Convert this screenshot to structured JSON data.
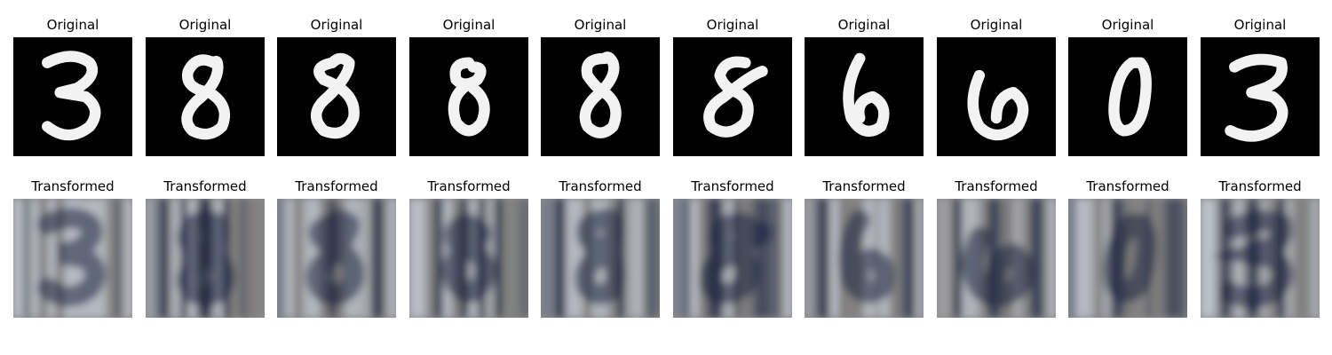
{
  "panels": [
    {
      "original_label": "Original",
      "transformed_label": "Transformed",
      "digit": "3"
    },
    {
      "original_label": "Original",
      "transformed_label": "Transformed",
      "digit": "8"
    },
    {
      "original_label": "Original",
      "transformed_label": "Transformed",
      "digit": "8"
    },
    {
      "original_label": "Original",
      "transformed_label": "Transformed",
      "digit": "8"
    },
    {
      "original_label": "Original",
      "transformed_label": "Transformed",
      "digit": "8"
    },
    {
      "original_label": "Original",
      "transformed_label": "Transformed",
      "digit": "8"
    },
    {
      "original_label": "Original",
      "transformed_label": "Transformed",
      "digit": "6"
    },
    {
      "original_label": "Original",
      "transformed_label": "Transformed",
      "digit": "6"
    },
    {
      "original_label": "Original",
      "transformed_label": "Transformed",
      "digit": "0"
    },
    {
      "original_label": "Original",
      "transformed_label": "Transformed",
      "digit": "3"
    }
  ],
  "colors": {
    "digit_background": "#000000",
    "digit_stroke": "#ffffff",
    "transformed_base": "#8a8a8c",
    "transformed_dark": "#1c2340",
    "transformed_light": "#c8ccd6"
  }
}
